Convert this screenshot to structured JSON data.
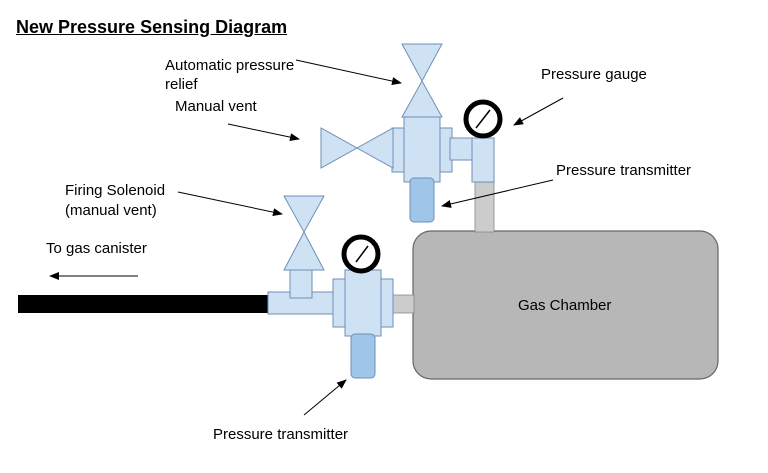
{
  "title": "New Pressure Sensing Diagram",
  "labels": {
    "automatic_relief_line1": "Automatic pressure",
    "automatic_relief_line2": "relief",
    "manual_vent": "Manual vent",
    "pressure_gauge": "Pressure gauge",
    "pressure_transmitter_upper": "Pressure transmitter",
    "firing_solenoid_line1": "Firing Solenoid",
    "firing_solenoid_line2": "(manual vent)",
    "to_gas_canister": "To gas canister",
    "gas_chamber": "Gas Chamber",
    "pressure_transmitter_lower": "Pressure transmitter"
  },
  "colors": {
    "fitting_fill": "#cfe2f3",
    "fitting_stroke": "#6d8fb8",
    "transmitter_fill": "#9fc5e8",
    "chamber_fill": "#b7b7b7",
    "chamber_stroke": "#666666",
    "pipe_gray": "#cccccc",
    "main_pipe": "#000000"
  }
}
